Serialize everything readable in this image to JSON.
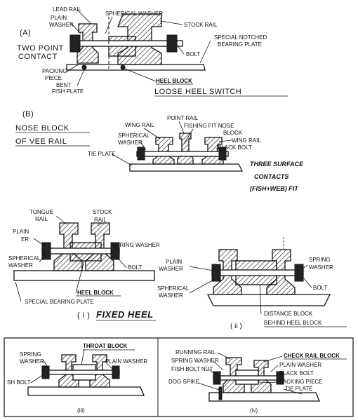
{
  "panel_a": {
    "letter": "(A)",
    "caption_left": [
      "TWO POINT",
      "CONTACT"
    ],
    "labels": {
      "lead_rail": "LEAD RAIL",
      "plain_washer": [
        "PLAIN",
        "WASHER"
      ],
      "spherical_washer": "SPHERICAL WASHER",
      "stock_rail": "STOCK RAIL",
      "notched_plate": [
        "SPECIAL NOTCHED",
        "BEARING PLATE"
      ],
      "bolt": "BOLT",
      "packing_piece": [
        "PACKING",
        "PIECE"
      ],
      "bent_fish_plate": [
        "BENT",
        "FISH PLATE"
      ],
      "heel_block": "HEEL BLOCK"
    },
    "title": "LOOSE HEEL SWITCH"
  },
  "panel_b": {
    "letter": "(B)",
    "title": [
      "NOSE BLOCK",
      "OF VEE RAIL"
    ],
    "labels": {
      "point_rail": "POINT RAIL",
      "wing_rail_left": "WING RAIL",
      "fishing_fit_nose_block": [
        "FISHING FIT NOSE",
        "BLOCK"
      ],
      "spherical_washer": [
        "SPHERICAL",
        "WASHER"
      ],
      "wing_rail_right": "WING RAIL",
      "black_bolt": "BLACK BOLT",
      "tie_plate": "TIE PLATE"
    },
    "note": [
      "THREE SURFACE",
      "CONTACTS",
      "(FISH+WEB) FIT"
    ]
  },
  "panel_i": {
    "labels": {
      "tongue_rail": [
        "TONGUE",
        "RAIL"
      ],
      "stock_rail": [
        "STOCK",
        "RAIL"
      ],
      "plain_washer": [
        "PLAIN",
        "ER"
      ],
      "spring_washer": "SPRING WASHER",
      "spherical_washer": [
        "SPHERICAL",
        "WASHER"
      ],
      "bolt": "BOLT",
      "heel_block": "HEEL BLOCK",
      "special_bearing_plate": "SPECIAL BEARING PLATE"
    },
    "caption_num": "( i )",
    "caption": "FIXED HEEL"
  },
  "panel_ii": {
    "labels": {
      "plain_washer": [
        "PLAIN",
        "WASHER"
      ],
      "spring_washer": [
        "SPRING",
        "WASHER"
      ],
      "bolt": "BOLT",
      "spherical_washer": [
        "SPHERICAL",
        "WASHER"
      ],
      "distance_block": [
        "DISTANCE BLOCK",
        "BEHIND HEEL BLOCK"
      ]
    },
    "caption_num": "( ii )"
  },
  "panel_iii": {
    "labels": {
      "throat_block": "THROAT BLOCK",
      "spring_washer": [
        "SPRING",
        "WASHER"
      ],
      "plain_washer": "PLAIN WASHER",
      "sh_bolt": "SH BOLT"
    },
    "caption_num": "(iii)"
  },
  "panel_iv": {
    "labels": {
      "running_rail": "RUNNING RAIL",
      "check_rail_block": "CHECK RAIL BLOCK",
      "spring_washer": "SPRING WASHER",
      "plain_washer": "PLAIN WASHER",
      "fish_bolt_nut": "FISH BOLT NUT",
      "black_bolt": "BLACK BOLT",
      "dog_spike": "DOG SPIKE",
      "packing_piece": "PACKING PIECE",
      "tie_plate": "TIE PLATE"
    },
    "caption_num": "(iv)"
  }
}
